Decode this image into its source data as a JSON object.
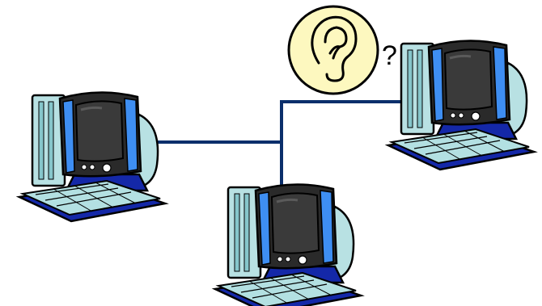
{
  "diagram": {
    "question_mark": "?",
    "nodes": [
      {
        "id": "computer-left",
        "icon": "desktop-computer-icon"
      },
      {
        "id": "computer-bottom",
        "icon": "desktop-computer-icon"
      },
      {
        "id": "computer-right",
        "icon": "desktop-computer-icon"
      }
    ],
    "eavesdrop_icon": "ear-icon",
    "colors": {
      "cable": "#0b2f6b",
      "tower": "#b8e1e3",
      "keyboard": "#b3e0e2",
      "keyboard_base": "#1428a8",
      "monitor_bezel": "#2a2a2a",
      "monitor_accent": "#3e8ef2",
      "screen": "#3a3a3a",
      "thought_bubble": "#fdf8bf"
    }
  }
}
